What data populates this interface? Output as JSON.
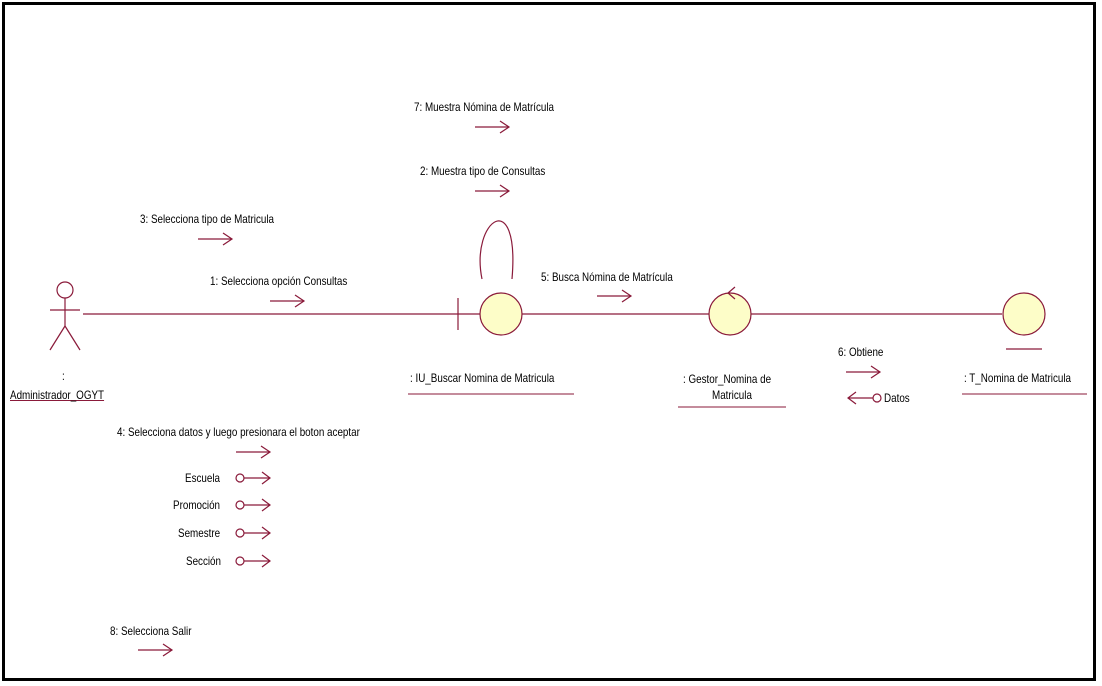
{
  "diagram": {
    "colors": {
      "line": "#8a1a3a",
      "object_fill": "#fdfdc8",
      "object_stroke": "#8a1a3a",
      "actor_stroke": "#8a1a3a"
    },
    "actor": {
      "colon": ":",
      "name": "Administrador_OGYT"
    },
    "objects": {
      "boundary": ": IU_Buscar Nomina de Matricula",
      "control_line1": ": Gestor_Nomina de",
      "control_line2": "Matricula",
      "entity": ": T_Nomina de Matricula"
    },
    "messages": {
      "m7": "7: Muestra Nómina de Matrícula",
      "m2": "2: Muestra tipo de Consultas",
      "m3": "3: Selecciona tipo de Matricula",
      "m1": "1: Selecciona opción Consultas",
      "m5": "5: Busca Nómina de Matrícula",
      "m6": "6: Obtiene",
      "m4": "4: Selecciona datos y luego presionara el boton aceptar",
      "m8": "8: Selecciona Salir"
    },
    "return_param": "Datos",
    "params": [
      "Escuela",
      "Promoción",
      "Semestre",
      "Sección"
    ]
  }
}
